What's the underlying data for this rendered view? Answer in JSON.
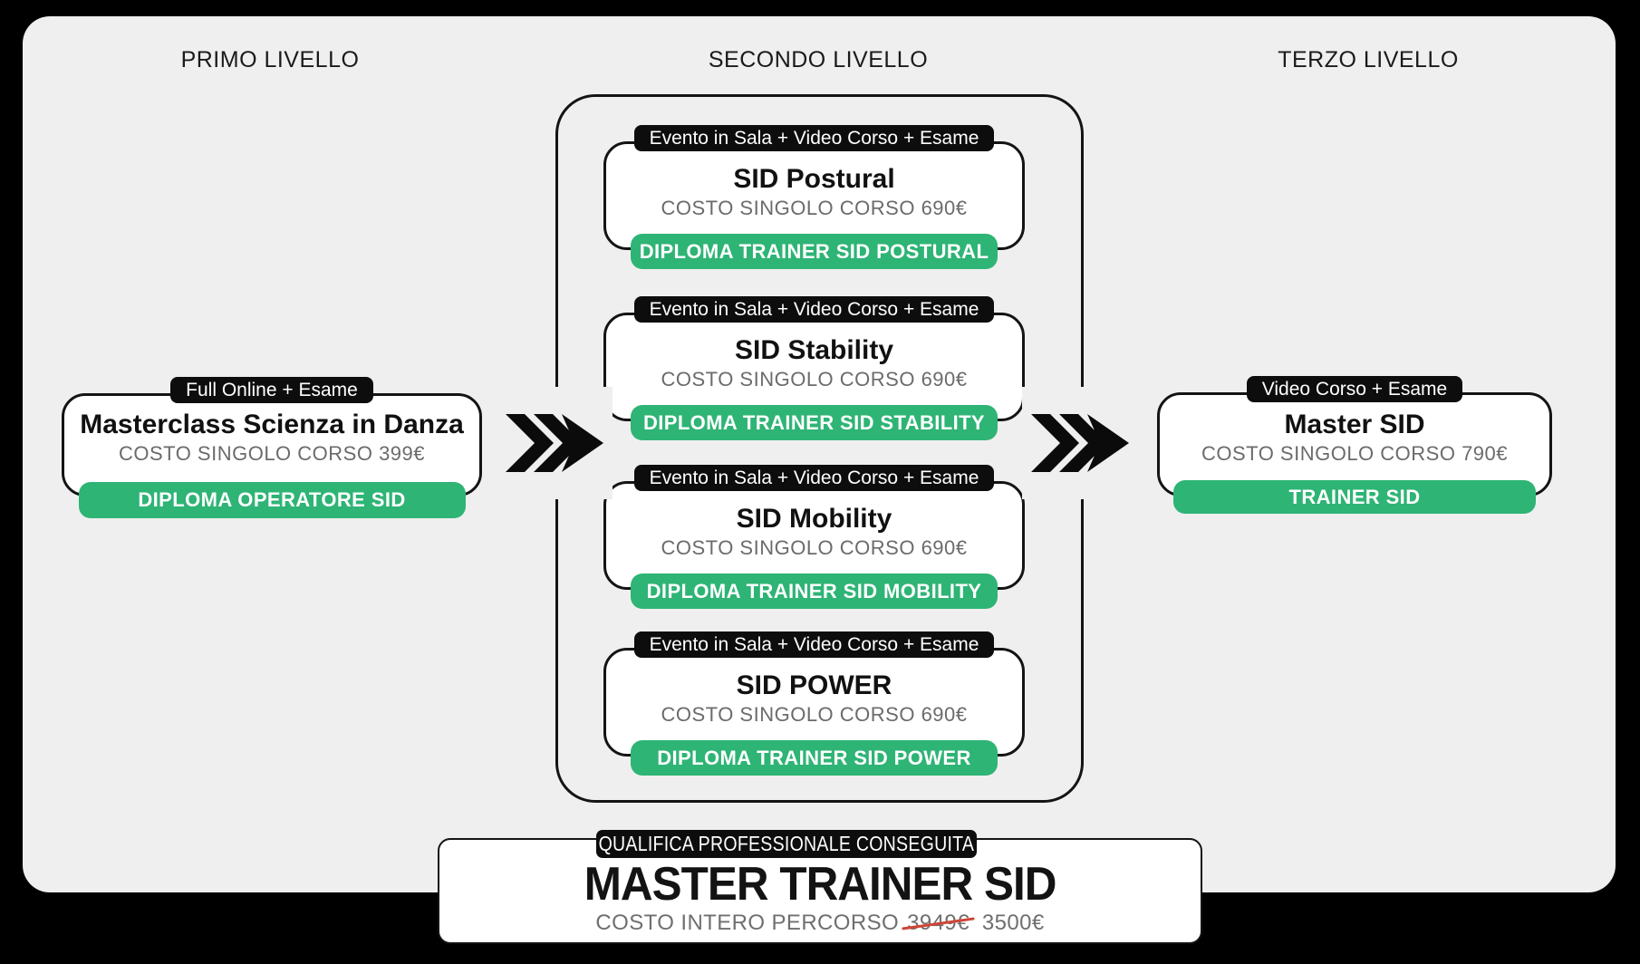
{
  "colors": {
    "background": "#000000",
    "panel": "#efefef",
    "card_bg": "#ffffff",
    "outline": "#141414",
    "badge_bg": "#0d0d0d",
    "badge_text": "#ffffff",
    "green": "#2eb475",
    "title_text": "#111111",
    "muted_text": "#6b6b6b",
    "strike_red": "#cf4437"
  },
  "headers": {
    "level1": "PRIMO LIVELLO",
    "level2": "SECONDO LIVELLO",
    "level3": "TERZO LIVELLO"
  },
  "level1": {
    "card": {
      "badge": "Full Online + Esame",
      "title": "Masterclass Scienza in Danza",
      "price": "COSTO SINGOLO CORSO 399€",
      "diploma": "DIPLOMA OPERATORE SID"
    }
  },
  "level2": {
    "cards": [
      {
        "badge": "Evento in Sala + Video Corso + Esame",
        "title": "SID Postural",
        "price": "COSTO SINGOLO CORSO 690€",
        "diploma": "DIPLOMA TRAINER SID POSTURAL"
      },
      {
        "badge": "Evento in Sala + Video Corso + Esame",
        "title": "SID Stability",
        "price": "COSTO SINGOLO CORSO 690€",
        "diploma": "DIPLOMA TRAINER SID STABILITY"
      },
      {
        "badge": "Evento in Sala + Video Corso + Esame",
        "title": "SID Mobility",
        "price": "COSTO SINGOLO CORSO 690€",
        "diploma": "DIPLOMA TRAINER SID MOBILITY"
      },
      {
        "badge": "Evento in Sala + Video Corso + Esame",
        "title": "SID POWER",
        "price": "COSTO SINGOLO CORSO 690€",
        "diploma": "DIPLOMA TRAINER SID POWER"
      }
    ]
  },
  "level3": {
    "card": {
      "badge": "Video Corso + Esame",
      "title": "Master SID",
      "price": "COSTO SINGOLO CORSO 790€",
      "diploma": "TRAINER SID"
    }
  },
  "arrows": {
    "icon": "triple-chevron-right"
  },
  "footer": {
    "badge": "QUALIFICA PROFESSIONALE CONSEGUITA",
    "title": "MASTER TRAINER SID",
    "price_label": "COSTO INTERO PERCORSO",
    "old_price": "3949€",
    "new_price": "3500€"
  }
}
